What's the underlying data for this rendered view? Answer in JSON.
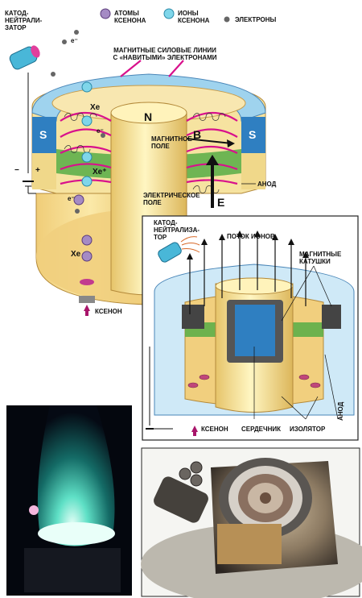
{
  "legend": {
    "cathode": "КАТОД-\nНЕЙТРАЛИ-\nЗАТОР",
    "atoms": "АТОМЫ\nКСЕНОНА",
    "ions": "ИОНЫ\nКСЕНОНА",
    "electrons": "ЭЛЕКТРОНЫ"
  },
  "top": {
    "field_lines": "МАГНИТНЫЕ СИЛОВЫЕ ЛИНИИ\nС «НАВИТЫМИ» ЭЛЕКТРОНАМИ",
    "north": "N",
    "south": "S",
    "mag_field": "МАГНИТНОЕ\nПОЛЕ",
    "b": "B",
    "e": "E",
    "el_field": "ЭЛЕКТРИЧЕСКОЕ\nПОЛЕ",
    "anode": "АНОД",
    "xenon": "КСЕНОН",
    "xe": "Xe",
    "xe_plus": "Xe⁺",
    "e_minus": "e⁻",
    "minus": "−",
    "plus": "+"
  },
  "inset": {
    "cathode": "КАТОД-\nНЕЙТРАЛИЗА-\nТОР",
    "ion_flow": "ПОТОК ИОНОВ",
    "coils": "МАГНИТНЫЕ\nКАТУШКИ",
    "xenon": "КСЕНОН",
    "core": "СЕРДЕЧНИК",
    "insulator": "ИЗОЛЯТОР",
    "anode": "АНОД"
  },
  "colors": {
    "housing": "#f3d98a",
    "magnet": "#2f7fc1",
    "green": "#3f9f3a",
    "field": "#d8118c",
    "core": "#f5e69b"
  }
}
